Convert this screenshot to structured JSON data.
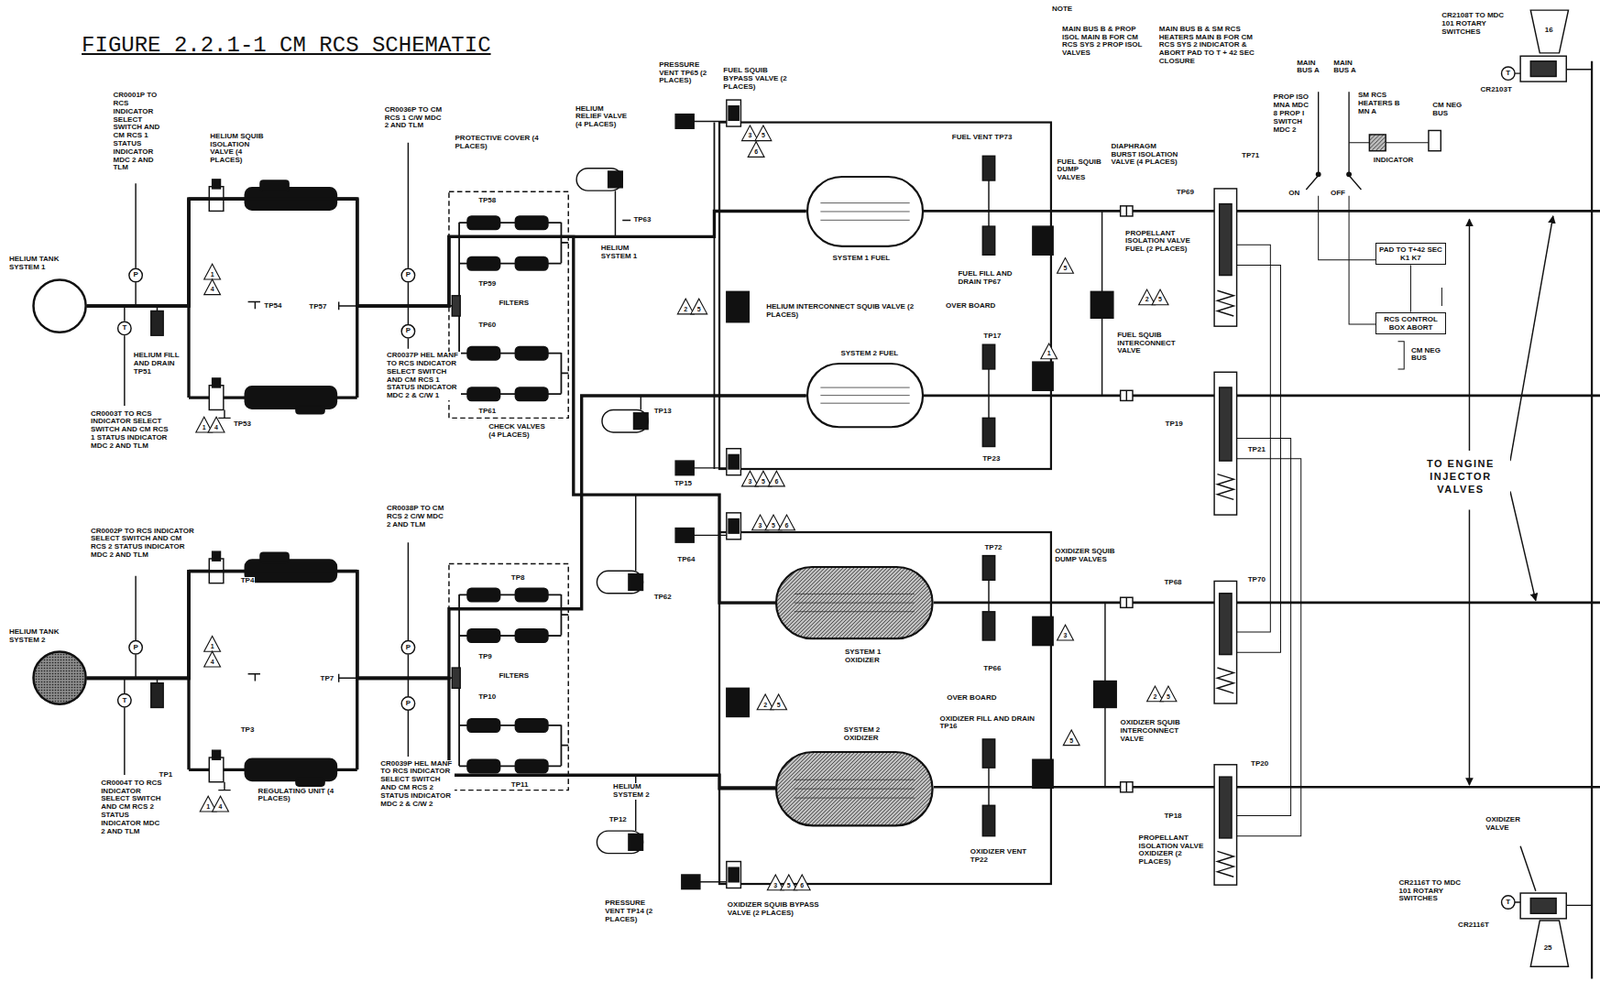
{
  "diagram": {
    "title": "FIGURE 2.2.1-1 CM RCS SCHEMATIC",
    "nodes": [
      {
        "text": [
          "HELIUM TANK SYSTEM 1"
        ]
      },
      {
        "text": [
          "HELIUM TANK SYSTEM 2"
        ]
      },
      {
        "text": [
          "SYSTEM 1 FUEL"
        ]
      },
      {
        "text": [
          "SYSTEM 2 FUEL"
        ]
      },
      {
        "text": [
          "SYSTEM 1 OXIDIZER"
        ]
      },
      {
        "text": [
          "SYSTEM 2 OXIDIZER"
        ]
      },
      {
        "text": [
          "PAD TO T+42 SEC",
          "K1 K7"
        ]
      },
      {
        "text": [
          "RCS CONTROL BOX ABORT"
        ]
      }
    ],
    "edges": [
      {
        "from": 0,
        "to": 2,
        "arrow": "none"
      },
      {
        "from": 0,
        "to": 4,
        "arrow": "none"
      },
      {
        "from": 1,
        "to": 3,
        "arrow": "none"
      },
      {
        "from": 1,
        "to": 5,
        "arrow": "none"
      },
      {
        "from": 6,
        "to": 7,
        "arrow": "none"
      }
    ],
    "labels": [
      "CR0001P TO RCS INDICATOR SELECT SWITCH AND CM RCS 1 STATUS INDICATOR MDC 2 AND TLM",
      "HELIUM SQUIB ISOLATION VALVE (4 PLACES)",
      "CR0036P TO CM RCS 1 C/W MDC 2 AND TLM",
      "PROTECTIVE COVER (4 PLACES)",
      "PRESSURE VENT TP65 (2 PLACES)",
      "FUEL SQUIB BYPASS VALVE (2 PLACES)",
      "HELIUM RELIEF VALVE (4 PLACES)",
      "NOTE",
      "MAIN BUS B & PROP ISOL MAIN B FOR CM RCS SYS 2 PROP ISOL VALVES",
      "MAIN BUS B & SM RCS HEATERS MAIN B FOR CM RCS SYS 2 INDICATOR & ABORT PAD TO T + 42 SEC CLOSURE",
      "MAIN BUS A",
      "MAIN BUS A",
      "PROP ISO MNA MDC 8 PROP I SWITCH MDC 2",
      "ON",
      "OFF",
      "SM RCS HEATERS B MN A",
      "CM NEG BUS",
      "INDICATOR",
      "CR2108T TO MDC 101 ROTARY SWITCHES",
      "16",
      "CR2103T",
      "FUEL VENT TP73",
      "TP63",
      "HELIUM SYSTEM 1",
      "FUEL FILL AND DRAIN TP67",
      "OVER BOARD",
      "HELIUM INTERCONNECT SQUIB VALVE (2 PLACES)",
      "TP17",
      "TP23",
      "FUEL SQUIB DUMP VALVES",
      "DIAPHRAGM BURST ISOLATION VALVE (4 PLACES)",
      "TP69",
      "TP71",
      "PROPELLANT ISOLATION VALVE FUEL (2 PLACES)",
      "FUEL SQUIB INTERCONNECT VALVE",
      "TP19",
      "TP21",
      "CM NEG BUS",
      "TO ENGINE INJECTOR VALVES",
      "TP58",
      "TP59",
      "FILTERS",
      "TP60",
      "TP61",
      "TP57",
      "TP54",
      "TP53",
      "HELIUM FILL AND DRAIN TP51",
      "CR0003T TO RCS INDICATOR SELECT SWITCH AND CM RCS 1 STATUS INDICATOR MDC 2 AND TLM",
      "CR0037P HEL MANF TO RCS INDICATOR SELECT SWITCH AND CM RCS 1 STATUS INDICATOR MDC 2 & C/W 1",
      "CHECK VALVES (4 PLACES)",
      "TP13",
      "TP15",
      "CR0038P TO CM RCS 2 C/W MDC 2 AND TLM",
      "CR0002P TO RCS INDICATOR SELECT SWITCH AND CM RCS 2 STATUS INDICATOR MDC 2 AND TLM",
      "TP4",
      "TP7",
      "TP1",
      "TP3",
      "REGULATING UNIT (4 PLACES)",
      "CR0004T TO RCS INDICATOR SELECT SWITCH AND CM RCS 2 STATUS INDICATOR MDC 2 AND TLM",
      "CR0039P HEL MANF TO RCS INDICATOR SELECT SWITCH AND CM RCS 2 STATUS INDICATOR MDC 2 & C/W 2",
      "TP8",
      "TP9",
      "FILTERS",
      "TP10",
      "TP11",
      "HELIUM SYSTEM 2",
      "TP12",
      "PRESSURE VENT TP14 (2 PLACES)",
      "OXIDIZER SQUIB BYPASS VALVE (2 PLACES)",
      "TP64",
      "TP62",
      "TP72",
      "TP66",
      "OVER BOARD",
      "OXIDIZER FILL AND DRAIN TP16",
      "OXIDIZER VENT TP22",
      "OXIDIZER SQUIB DUMP VALVES",
      "TP68",
      "TP70",
      "OXIDIZER SQUIB INTERCONNECT VALVE",
      "TP20",
      "TP18",
      "PROPELLANT ISOLATION VALVE OXIDIZER (2 PLACES)",
      "OXIDIZER VALVE",
      "CR2116T TO MDC 101 ROTARY SWITCHES",
      "CR2116T",
      "25",
      "P",
      "T",
      "P",
      "P",
      "P",
      "T",
      "P",
      "P",
      "T",
      "T",
      "1",
      "4",
      "1",
      "4",
      "1",
      "4",
      "1",
      "4",
      "3",
      "5",
      "6",
      "2",
      "5",
      "3",
      "5",
      "6",
      "3",
      "5",
      "6",
      "2",
      "5",
      "3",
      "5",
      "6",
      "5",
      "2",
      "5",
      "1",
      "3",
      "2",
      "5",
      "5"
    ]
  }
}
